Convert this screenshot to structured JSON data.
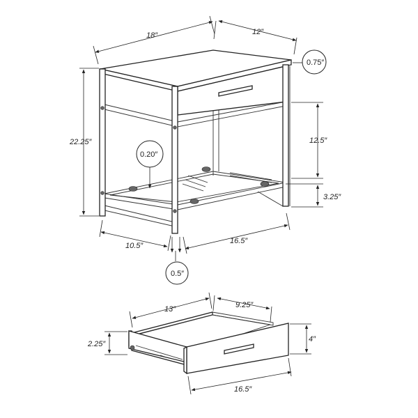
{
  "dimensions": {
    "table_width": "18″",
    "table_depth": "12″",
    "table_height": "22.25″",
    "top_thickness": "0.75″",
    "drawer_opening_height": "12.5″",
    "bottom_clearance": "3.25″",
    "frame_tube": "0.20″",
    "leg_width": "0.5″",
    "inner_depth": "10.5″",
    "inner_width": "16.5″"
  },
  "drawer": {
    "depth": "13″",
    "inner_width": "9.25″",
    "front_height": "4″",
    "side_height": "2.25″",
    "front_width": "16.5″"
  }
}
